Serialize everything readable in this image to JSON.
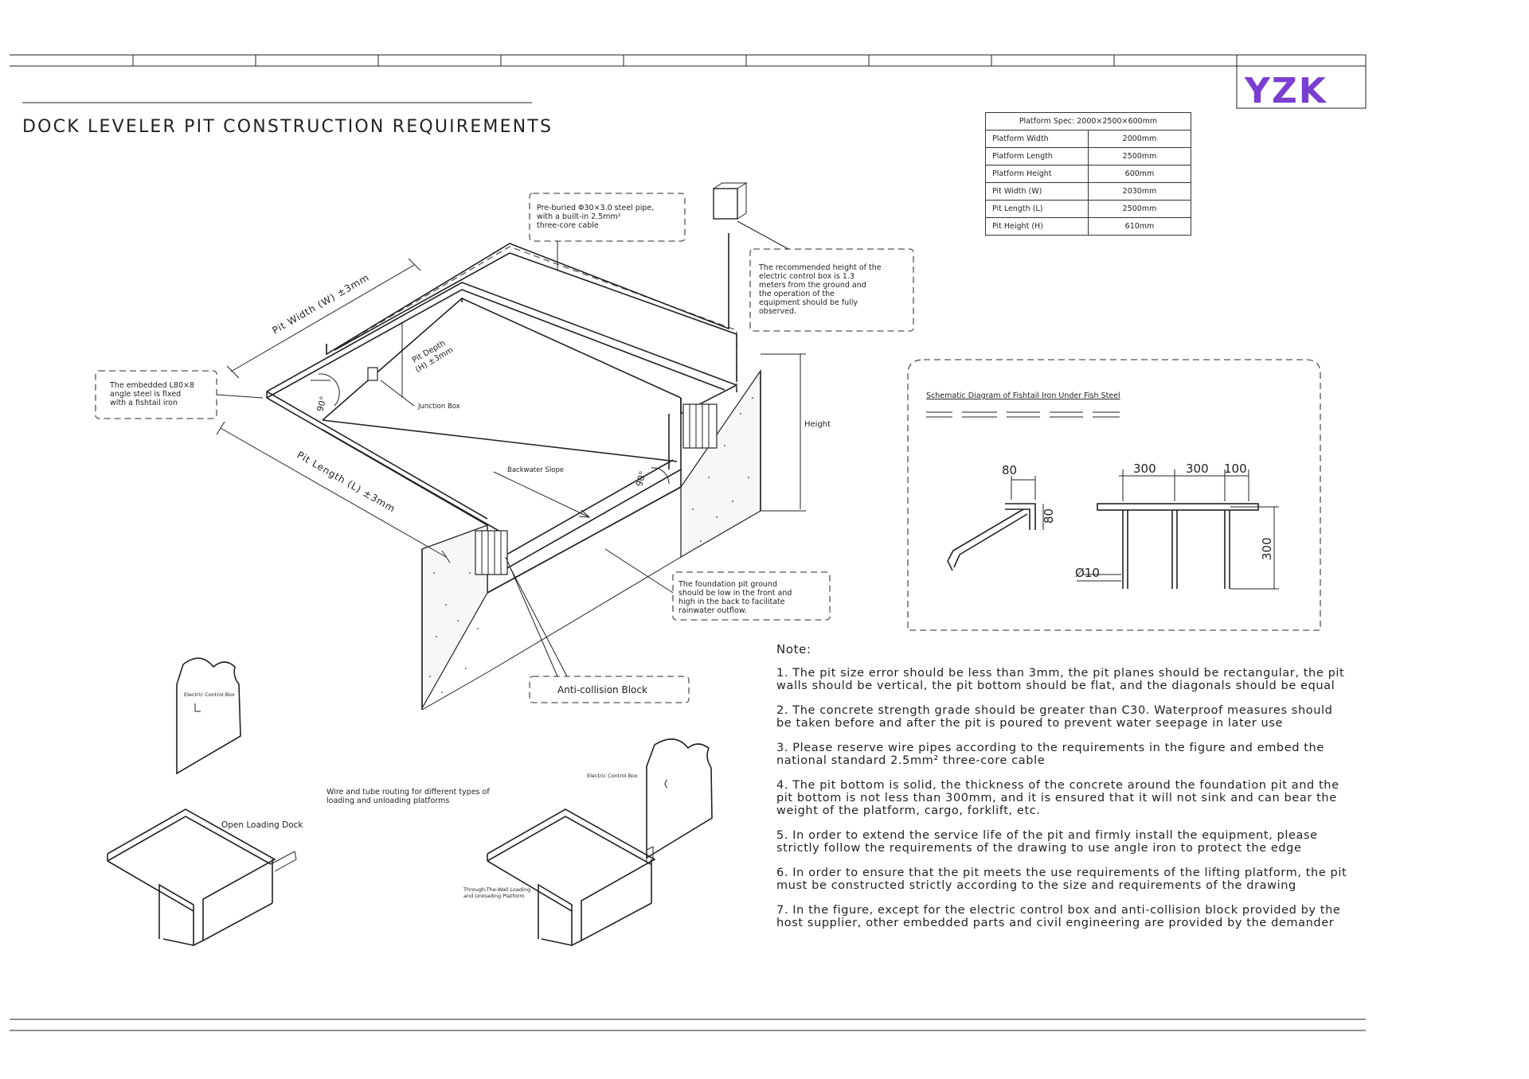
{
  "title": "DOCK LEVELER PIT CONSTRUCTION REQUIREMENTS",
  "logo": "YZK",
  "spec_table": {
    "header": "Platform Spec: 2000×2500×600mm",
    "rows": [
      {
        "label": "Platform Width",
        "value": "2000mm"
      },
      {
        "label": "Platform Length",
        "value": "2500mm"
      },
      {
        "label": "Platform Height",
        "value": "600mm"
      },
      {
        "label": "Pit Width (W)",
        "value": "2030mm"
      },
      {
        "label": "Pit Length (L)",
        "value": "2500mm"
      },
      {
        "label": "Pit Height (H)",
        "value": "610mm"
      }
    ]
  },
  "callouts": {
    "steel_pipe": [
      "Pre-buried Φ30×3.0 steel pipe,",
      "with a built-in 2.5mm²",
      "three-core cable"
    ],
    "control_box_height": [
      "The recommended height of the",
      "electric control box is 1.3",
      "meters from the ground and",
      "the operation of the",
      "equipment should be fully",
      "observed."
    ],
    "angle_steel": [
      "The embedded L80×8",
      "angle steel is fixed",
      "with a fishtail iron"
    ],
    "pit_ground": [
      "The foundation pit ground",
      "should be low in the front and",
      "high in the back to facilitate",
      "rainwater outflow."
    ],
    "anti_collision": "Anti-collision Block"
  },
  "diagram_labels": {
    "pit_width": "Pit Width (W) ±3mm",
    "pit_length": "Pit Length (L) ±3mm",
    "pit_depth_1": "Pit Depth",
    "pit_depth_2": "(H) ±3mm",
    "junction_box": "Junction Box",
    "backwater_slope": "Backwater Slope",
    "height": "Height",
    "angle_1": "90°",
    "angle_2": "90°"
  },
  "fishtail": {
    "title": "Schematic Diagram of Fishtail Iron Under Fish Steel",
    "dim_80_top": "80",
    "dim_80_side": "80",
    "dim_300_a": "300",
    "dim_300_b": "300",
    "dim_100": "100",
    "dim_300_v": "300",
    "dim_d10": "Ø10"
  },
  "small_drawings": {
    "electric_control_box_1": "Electric Control Box",
    "electric_control_box_2": "Electric Control Box",
    "routing_caption_1": "Wire and tube routing for different types of",
    "routing_caption_2": "loading and unloading platforms",
    "open_loading_dock": "Open Loading Dock",
    "through_wall_1": "Through-The-Wall Loading",
    "through_wall_2": "and Unloading Platform"
  },
  "notes": {
    "heading": "Note:",
    "items": [
      "1. The pit size error should be less than 3mm, the pit planes should be rectangular, the pit walls should be vertical, the pit bottom should be flat, and the diagonals should be equal",
      "2. The concrete strength grade should be greater than C30. Waterproof measures should be taken before and after the pit is poured to prevent water seepage in later use",
      "3. Please reserve wire pipes according to the requirements in the figure and embed the national standard 2.5mm² three-core cable",
      "4. The pit bottom is solid, the thickness of the concrete around the foundation pit and the pit bottom is not less than 300mm, and it is ensured that it will not sink and can bear the weight of the platform, cargo, forklift, etc.",
      "5. In order to extend the service life of the pit and firmly install the equipment, please strictly follow the requirements of the drawing to use angle iron to protect the edge",
      "6. In order to ensure that the pit meets the use requirements of the lifting platform, the pit must be constructed strictly according to the size and requirements of the drawing",
      "7. In the figure, except for the electric control box and anti-collision block provided by the host supplier, other embedded parts and civil engineering are provided by the demander"
    ]
  },
  "colors": {
    "logo": "#7a3fd1",
    "ink": "#222222"
  }
}
